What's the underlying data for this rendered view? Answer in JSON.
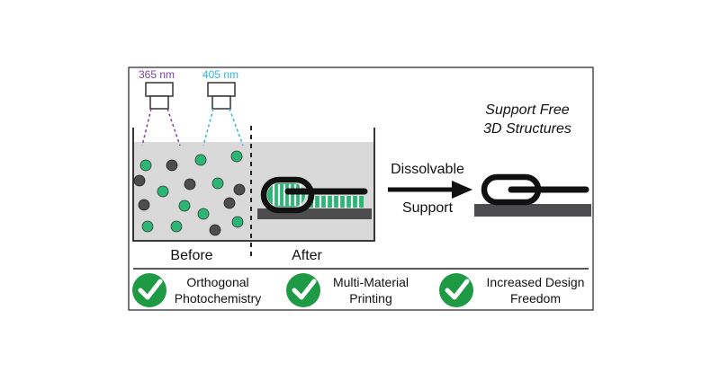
{
  "labels": {
    "wavelength_1": "365 nm",
    "wavelength_2": "405 nm",
    "before": "Before",
    "after": "After",
    "arrow_top": "Dissolvable",
    "arrow_bottom": "Support",
    "result_line1": "Support Free",
    "result_line2": "3D Structures"
  },
  "features": [
    {
      "line1": "Orthogonal",
      "line2": "Photochemistry"
    },
    {
      "line1": "Multi-Material",
      "line2": "Printing"
    },
    {
      "line1": "Increased Design",
      "line2": "Freedom"
    }
  ],
  "colors": {
    "purple": "#7b3fa0",
    "cyan": "#2ab6d6",
    "green": "#2bb673",
    "dark": "#4d4d4f",
    "resin": "#d9d9d9",
    "check": "#1f9a44"
  },
  "icons": [
    "light-source-icon",
    "checkmark-icon"
  ]
}
